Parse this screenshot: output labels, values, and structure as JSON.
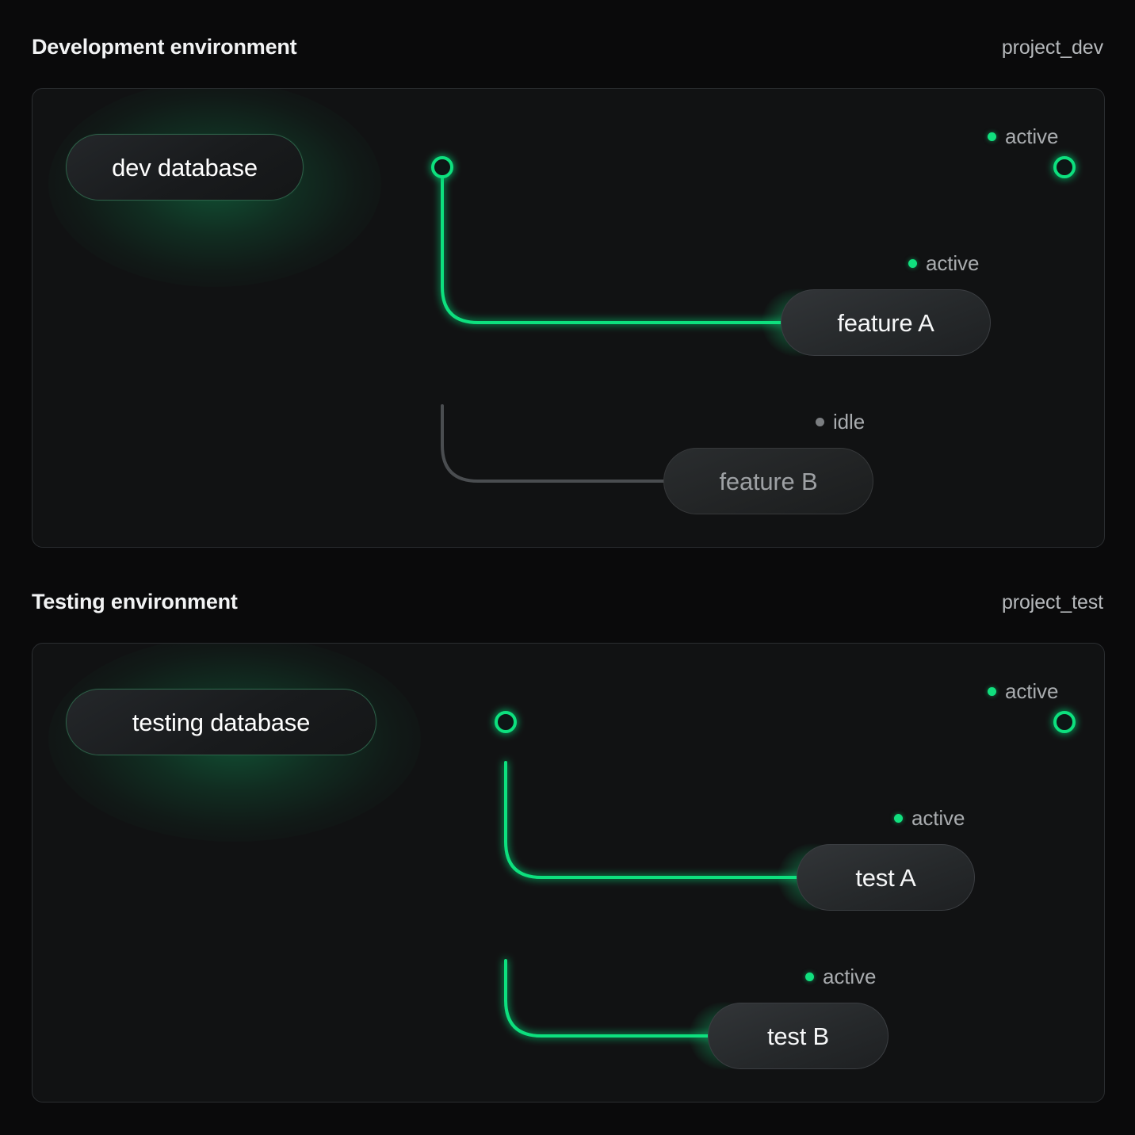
{
  "theme": {
    "page_background": "#0a0a0b",
    "panel_background": "#111213",
    "panel_border": "#2b2e31",
    "accent_green": "#11e07e",
    "idle_gray": "#4a4d50",
    "text_primary": "#f2f3f4",
    "text_muted": "#a9acaf"
  },
  "sections": [
    {
      "title": "Development environment",
      "project": "project_dev",
      "source": {
        "label": "dev database",
        "status": "active"
      },
      "trunk_status": "active",
      "trunk_endpoint_status": "active",
      "nodes": [
        {
          "label": "feature A",
          "status": "active",
          "status_label": "active"
        },
        {
          "label": "feature B",
          "status": "idle",
          "status_label": "idle"
        }
      ]
    },
    {
      "title": "Testing environment",
      "project": "project_test",
      "source": {
        "label": "testing database",
        "status": "active"
      },
      "trunk_status": "active",
      "trunk_endpoint_status": "active",
      "nodes": [
        {
          "label": "test A",
          "status": "active",
          "status_label": "active"
        },
        {
          "label": "test B",
          "status": "active",
          "status_label": "active"
        }
      ]
    }
  ],
  "trunk_status_labels": {
    "dev": "active",
    "test": "active"
  }
}
